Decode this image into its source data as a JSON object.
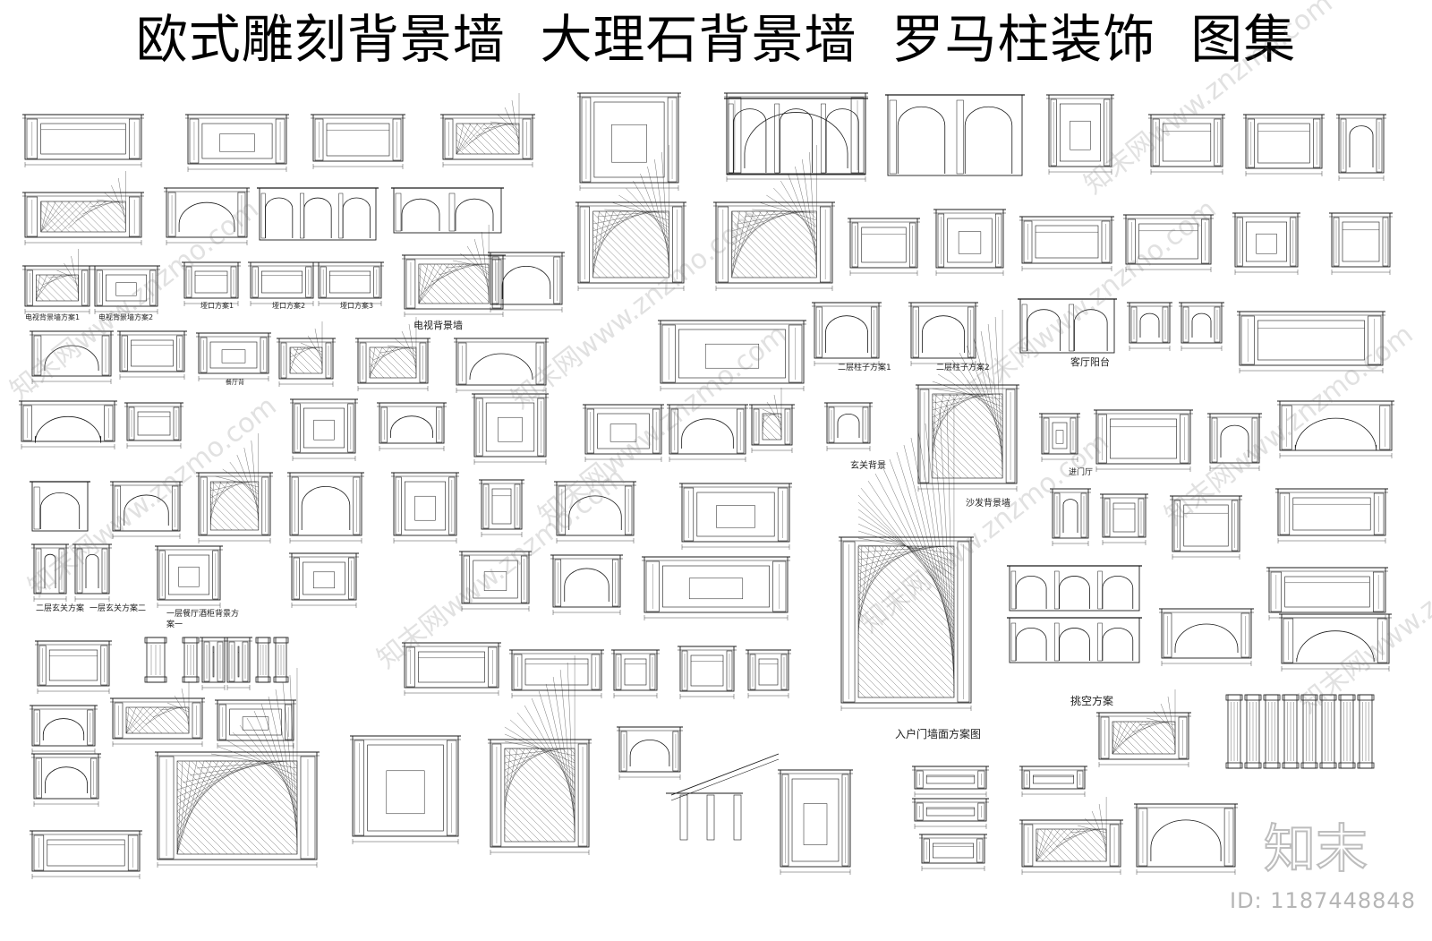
{
  "title": "欧式雕刻背景墙  大理石背景墙  罗马柱装饰  图集",
  "watermark": "知末网www.znzmo.com",
  "brand": "知末",
  "drawing_id": "ID: 1187448848",
  "labels": {
    "tv_wall_1": "电视背景墙方案1",
    "tv_wall_2": "电视背景墙方案2",
    "arch_1": "垭口方案1",
    "arch_2": "垭口方案2",
    "arch_3": "垭口方案3",
    "tv_bg": "电视背景墙",
    "restaurant": "餐厅背",
    "column_1": "二层柱子方案1",
    "column_2": "二层柱子方案2",
    "balcony": "客厅阳台",
    "entry_bg": "玄关背景",
    "sofa_wall": "沙发背景墙",
    "entrance": "进门厅",
    "entry_2": "二层玄关方案",
    "entry_2b": "一层玄关方案二",
    "wine_cabinet": "一层餐厅酒柜背景方",
    "case_a": "案一",
    "overhang": "挑空方案",
    "entry_door": "入户门墙面方案图"
  },
  "colors": {
    "line": "#1a1a1a",
    "watermark": "#9a9a9a",
    "id_text": "#b5b5b5"
  }
}
